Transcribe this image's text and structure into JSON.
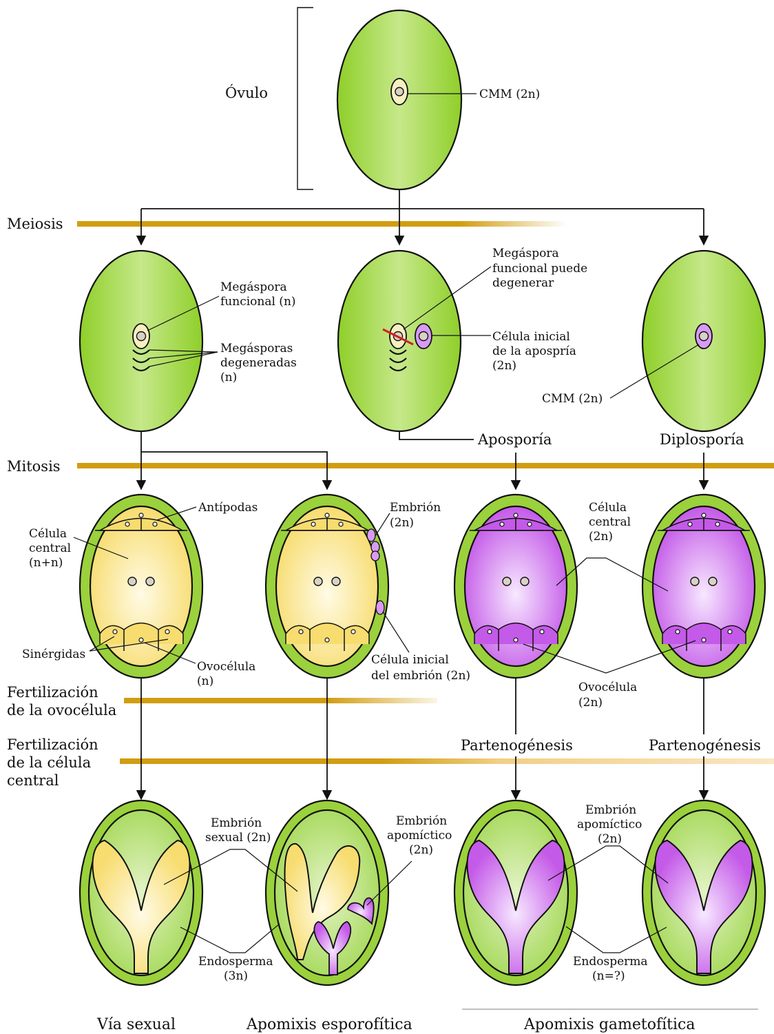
{
  "colors": {
    "ovule_green": "#8fcf2a",
    "ovule_green_light": "#e3f3c6",
    "sexual_yellow": "#f7dc6f",
    "sexual_yellow_light": "#fffbe5",
    "apomictic_purple": "#c45ae8",
    "apomictic_purple_light": "#f7e8ff",
    "stage_bar": "#d19d10",
    "cut_line": "#d32020"
  },
  "top": {
    "ovule_label": "Óvulo",
    "cmm_label": "CMM (2n)"
  },
  "stages": {
    "meiosis": "Meiosis",
    "mitosis": "Mitosis",
    "egg_fertilization_line1": "Fertilización",
    "egg_fertilization_line2": "de la ovocélula",
    "central_fertilization_line1": "Fertilización",
    "central_fertilization_line2": "de la célula",
    "central_fertilization_line3": "central"
  },
  "row2": {
    "functional_megaspore_line1": "Megáspora",
    "functional_megaspore_line2": "funcional (n)",
    "degenerated_line1": "Megásporas",
    "degenerated_line2": "degeneradas",
    "degenerated_line3": "(n)",
    "may_degenerate_line1": "Megáspora",
    "may_degenerate_line2": "funcional puede",
    "may_degenerate_line3": "degenerar",
    "apospory_initial_line1": "Célula inicial",
    "apospory_initial_line2": "de la aposprı́a",
    "apospory_initial_line3": "(2n)",
    "cmm_label": "CMM (2n)",
    "apospory": "Aposporía",
    "diplospory": "Diplosporía"
  },
  "row3": {
    "antipodes": "Antípodas",
    "central_cell_line1": "Célula",
    "central_cell_line2": "central",
    "central_cell_line3": "(n+n)",
    "synergids": "Sinérgidas",
    "egg_cell_line1": "Ovocélula",
    "egg_cell_line2": "(n)",
    "embryo_line1": "Embrión",
    "embryo_line2": "(2n)",
    "embryo_initial_line1": "Célula inicial",
    "embryo_initial_line2": "del embrión (2n)",
    "central_cell_2n_line1": "Célula",
    "central_cell_2n_line2": "central",
    "central_cell_2n_line3": "(2n)",
    "egg_cell_2n_line1": "Ovocélula",
    "egg_cell_2n_line2": "(2n)",
    "parthenogenesis_1": "Partenogénesis",
    "parthenogenesis_2": "Partenogénesis"
  },
  "row4": {
    "sexual_embryo_line1": "Embrión",
    "sexual_embryo_line2": "sexual (2n)",
    "apomictic_embryo_a_line1": "Embrión",
    "apomictic_embryo_a_line2": "apomíctico",
    "apomictic_embryo_a_line3": "(2n)",
    "endosperm_a_line1": "Endosperma",
    "endosperm_a_line2": "(3n)",
    "apomictic_embryo_b_line1": "Embrión",
    "apomictic_embryo_b_line2": "apomíctico",
    "apomictic_embryo_b_line3": "(2n)",
    "endosperm_b_line1": "Endosperma",
    "endosperm_b_line2": "(n=?)"
  },
  "footer": {
    "sexual": "Vía sexual",
    "sporophytic": "Apomixis esporofítica",
    "gametophytic": "Apomixis gametofítica"
  }
}
